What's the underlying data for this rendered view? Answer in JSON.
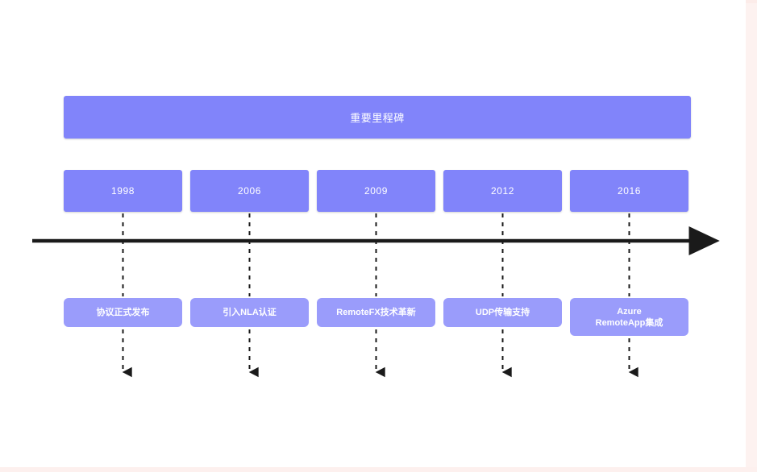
{
  "page": {
    "background_color": "#ffffff",
    "edge_tint_color": "#fdf2f0"
  },
  "diagram": {
    "type": "timeline",
    "title": "重要里程碑",
    "banner_color": "#8184fa",
    "year_box_color": "#8184fa",
    "event_box_color": "#9a9cfb",
    "axis_color": "#1a1a1a",
    "connector_style": "dashed",
    "milestones": [
      {
        "year": "1998",
        "event": "协议正式发布"
      },
      {
        "year": "2006",
        "event": "引入NLA认证"
      },
      {
        "year": "2009",
        "event": "RemoteFX技术革新"
      },
      {
        "year": "2012",
        "event": "UDP传输支持"
      },
      {
        "year": "2016",
        "event": "Azure\nRemoteApp集成"
      }
    ]
  }
}
